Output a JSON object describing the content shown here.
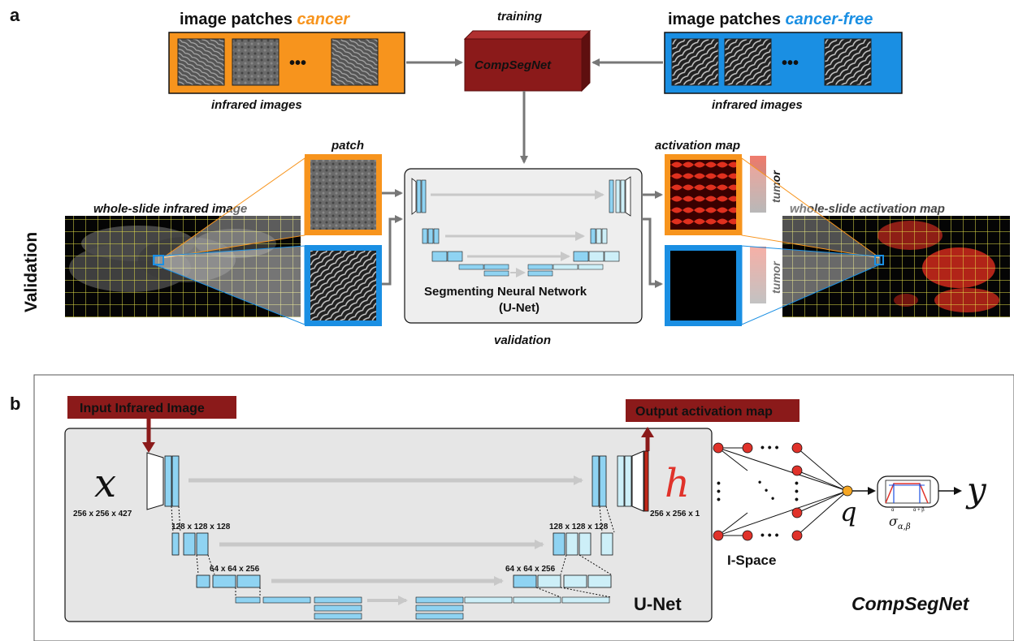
{
  "panel_a": {
    "letter": "a",
    "cancer_title_prefix": "image patches ",
    "cancer_title_highlight": "cancer",
    "cancer_free_title_prefix": "image patches ",
    "cancer_free_title_highlight": "cancer-free",
    "infrared_left": "infrared images",
    "infrared_right": "infrared images",
    "dots": "•••",
    "training": "training",
    "compsegnet_box": "CompSegNet",
    "patch": "patch",
    "activation_map": "activation map",
    "tumor_top": "tumor",
    "tumor_bottom": "tumor",
    "whole_slide_infrared": "whole-slide infrared image",
    "whole_slide_activation": "whole-slide activation map",
    "validation_side": "Validation",
    "segmenting_title": "Segmenting Neural Network",
    "segmenting_sub": "(U-Net)",
    "validation": "validation"
  },
  "panel_b": {
    "letter": "b",
    "input_label": "Input Infrared Image",
    "output_label": "Output activation map",
    "x_symbol": "x",
    "h_symbol": "h",
    "q_symbol": "q",
    "y_symbol": "y",
    "sigma_symbol": "σα,β",
    "dim_input": "256 x 256 x 427",
    "dim_output": "256 x 256 x 1",
    "dim_128_left": "128 x 128 x 128",
    "dim_128_right": "128 x 128 x 128",
    "dim_64_left": "64 x 64 x 256",
    "dim_64_right": "64 x 64 x 256",
    "unet": "U-Net",
    "ispace": "I-Space",
    "compsegnet": "CompSegNet",
    "alpha": "α",
    "alpha_beta": "α + β"
  },
  "colors": {
    "orange": "#f7941d",
    "blue": "#1a8fe3",
    "dark_red": "#8b1a1a",
    "light_blue": "#8fd3f2",
    "pale_blue": "#cdeff8",
    "node_red": "#e0322a",
    "node_orange": "#f5a623",
    "grid_yellow": "#e6e24a"
  }
}
